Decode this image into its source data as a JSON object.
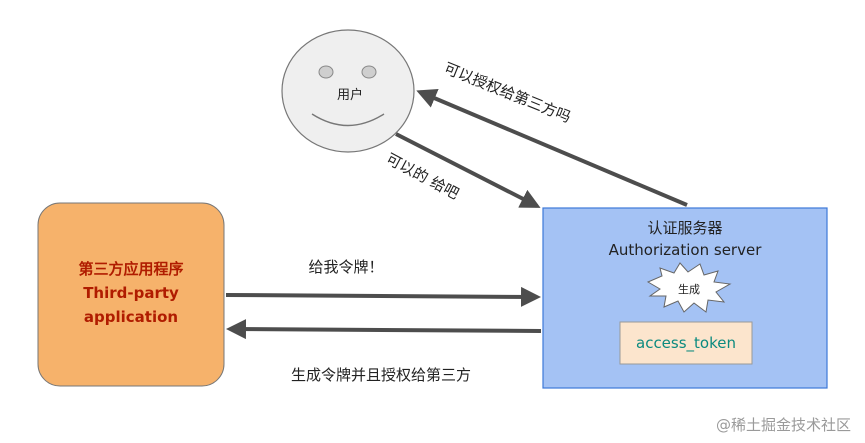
{
  "user": {
    "label": "用户"
  },
  "third_party": {
    "label_cn": "第三方应用程序",
    "label_en_1": "Third-party",
    "label_en_2": "application"
  },
  "auth_server": {
    "label_cn": "认证服务器",
    "label_en": "Authorization server",
    "burst_label": "生成",
    "token_label": "access_token"
  },
  "edges": {
    "ask_user": "可以授权给第三方吗",
    "user_reply": "可以的 给吧",
    "request_token": "给我令牌！",
    "issue_token": "生成令牌并且授权给第三方"
  },
  "watermark": "@稀土掘金技术社区",
  "colors": {
    "third_party_fill": "#f6b26b",
    "third_party_text": "#b01c00",
    "auth_fill": "#a4c2f4",
    "auth_stroke": "#3c78d8",
    "token_fill": "#fce5cd",
    "token_text": "#0b8a7f",
    "user_fill": "#efefef",
    "arrow": "#4d4d4d"
  }
}
